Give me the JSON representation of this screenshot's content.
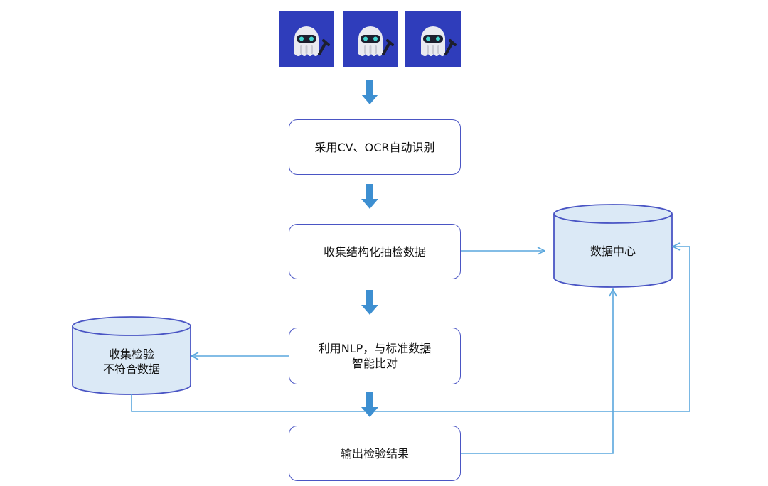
{
  "boxes": {
    "cv_ocr": "采用CV、OCR自动识别",
    "collect": "收集结构化抽检数据",
    "nlp_line1": "利用NLP，与标准数据",
    "nlp_line2": "智能比对",
    "output": "输出检验结果"
  },
  "cylinders": {
    "data_center": "数据中心",
    "noncompliant_line1": "收集检验",
    "noncompliant_line2": "不符合数据"
  },
  "colors": {
    "box_border": "#4a55c4",
    "cylinder_fill": "#dbe9f6",
    "connector": "#5aa7dd",
    "flow_arrow": "#3d8fd1",
    "robot_bg": "#2f3dbb"
  },
  "icons": [
    "robot-icon",
    "robot-icon",
    "robot-icon"
  ]
}
